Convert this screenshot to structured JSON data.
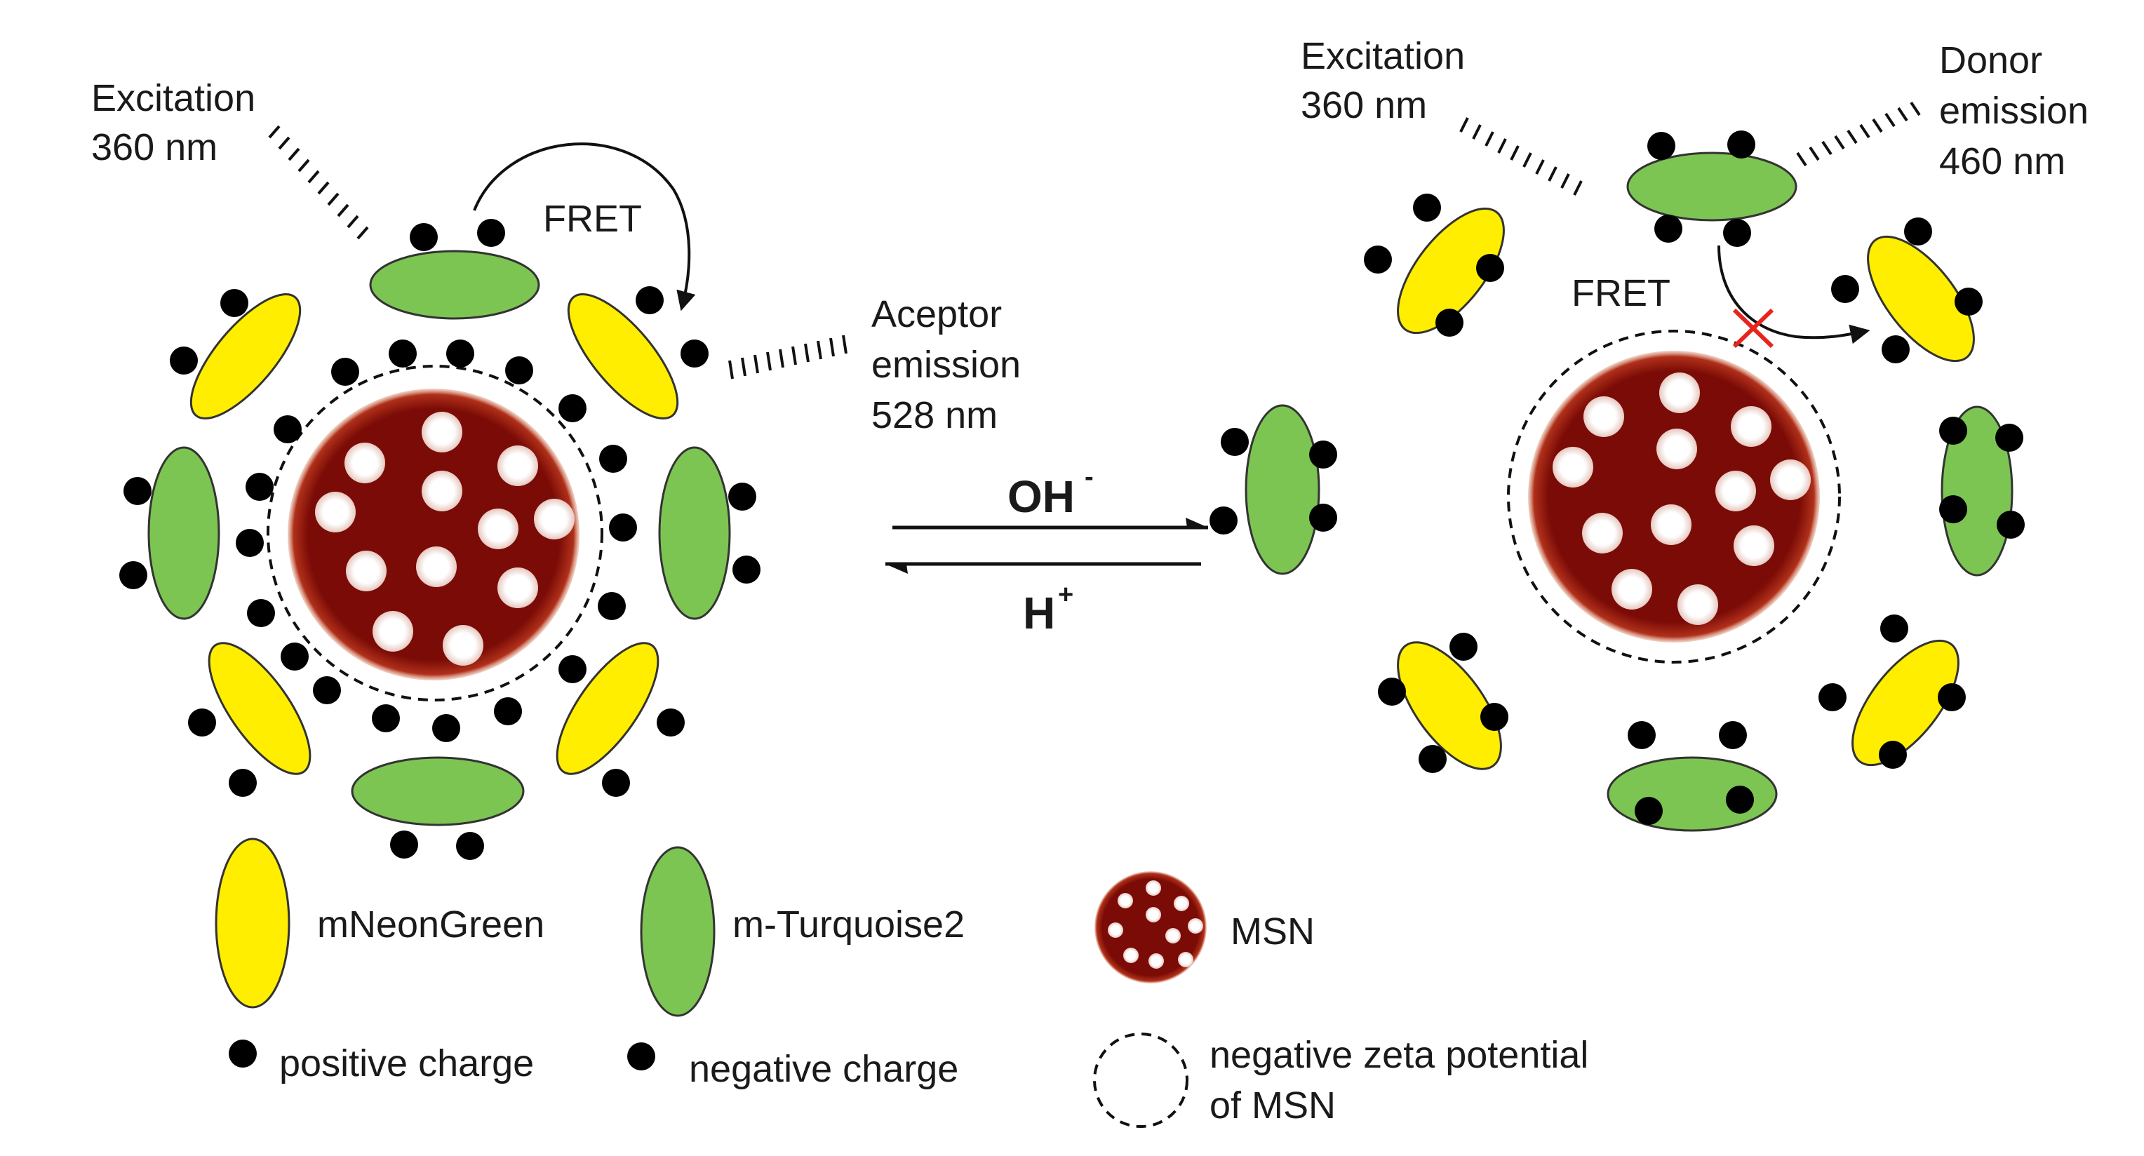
{
  "labels": {
    "left_excitation": [
      "Excitation",
      "360 nm"
    ],
    "left_fret": "FRET",
    "acceptor_emission": [
      "Aceptor",
      "emission",
      "528 nm"
    ],
    "right_excitation": [
      "Excitation",
      "360 nm"
    ],
    "donor_emission": [
      "Donor",
      "emission",
      "460 nm"
    ],
    "right_fret": "FRET",
    "oh": "OH",
    "oh_sup": "-",
    "h": "H",
    "h_sup": "+"
  },
  "legend": {
    "yellow_protein": "mNeonGreen",
    "green_protein": "m-Turquoise2",
    "msn": "MSN",
    "positive": "positive charge",
    "negative": "negative charge",
    "zeta": [
      "negative zeta potential",
      "of MSN"
    ]
  },
  "colors": {
    "mneongreen": "#ffee00",
    "mturquoise2": "#7cc552",
    "msn": "#7a0b06",
    "block_mark": "#e8241c"
  }
}
